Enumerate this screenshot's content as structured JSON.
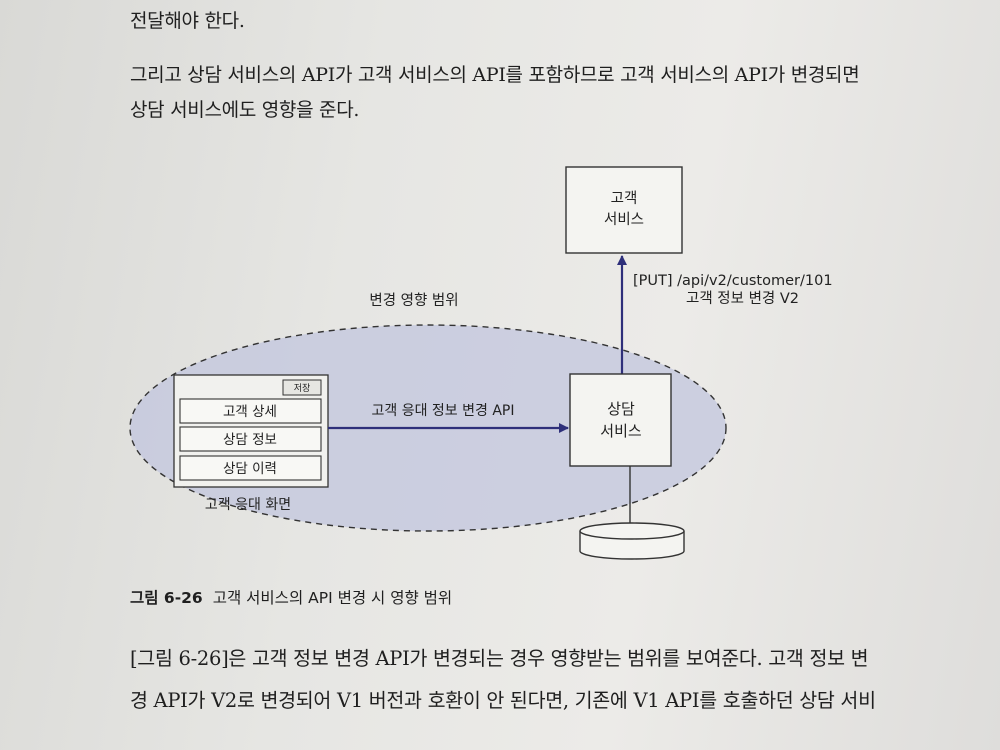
{
  "text": {
    "top_line": "전달해야 한다.",
    "para2_line1": "그리고 상담 서비스의 API가 고객 서비스의 API를 포함하므로 고객 서비스의 API가 변경되면",
    "para2_line2": "상담 서비스에도 영향을 준다.",
    "para3_line1": "[그림 6-26]은 고객 정보 변경 API가 변경되는 경우 영향받는 범위를 보여준다. 고객 정보 변",
    "para3_line2": "경 API가 V2로 변경되어 V1 버전과 호환이 안 된다면, 기존에 V1 API를 호출하던 상담 서비"
  },
  "figure": {
    "customer_service_line1": "고객",
    "customer_service_line2": "서비스",
    "api_label_line1": "[PUT] /api/v2/customer/101",
    "api_label_line2": "고객 정보 변경 V2",
    "scope_label": "변경 영향 범위",
    "save_button": "저장",
    "screen_rows": [
      "고객 상세",
      "상담 정보",
      "상담 이력"
    ],
    "screen_label": "고객 응대 화면",
    "arrow_label": "고객 응대 정보 변경 API",
    "consult_service_line1": "상담",
    "consult_service_line2": "서비스"
  },
  "caption": {
    "number": "그림 6-26",
    "title": "고객 서비스의 API 변경 시 영향 범위"
  }
}
